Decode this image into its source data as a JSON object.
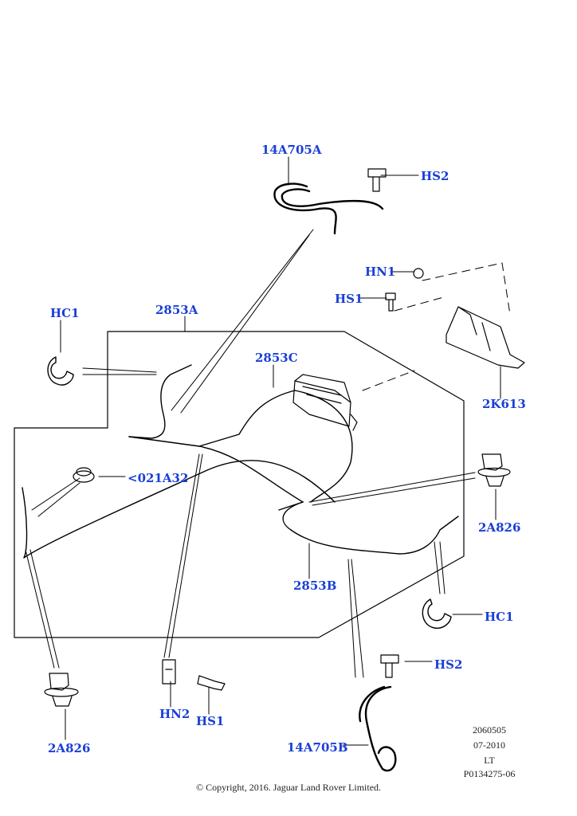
{
  "colors": {
    "label": "#1a3fd6",
    "line": "#000000",
    "background": "#ffffff"
  },
  "labels": {
    "hose_upper": "14A705A",
    "bolt_upper": "HS2",
    "nut_upper": "HN1",
    "screw_upper": "HS1",
    "clip_left": "HC1",
    "cable_front": "2853A",
    "cable_mid": "2853C",
    "bracket": "2K613",
    "grommet": "<021A32",
    "clip_right_pair": "2A826",
    "cable_rear": "2853B",
    "clip_right_ring": "HC1",
    "bolt_lower": "HS2",
    "nut_lower": "HN2",
    "screw_lower": "HS1",
    "clip_left_pair": "2A826",
    "hose_lower": "14A705B"
  },
  "meta": {
    "code": "2060505",
    "date": "07-2010",
    "region": "LT",
    "part": "P0134275-06"
  },
  "copyright": "© Copyright, 2016. Jaguar Land Rover Limited."
}
